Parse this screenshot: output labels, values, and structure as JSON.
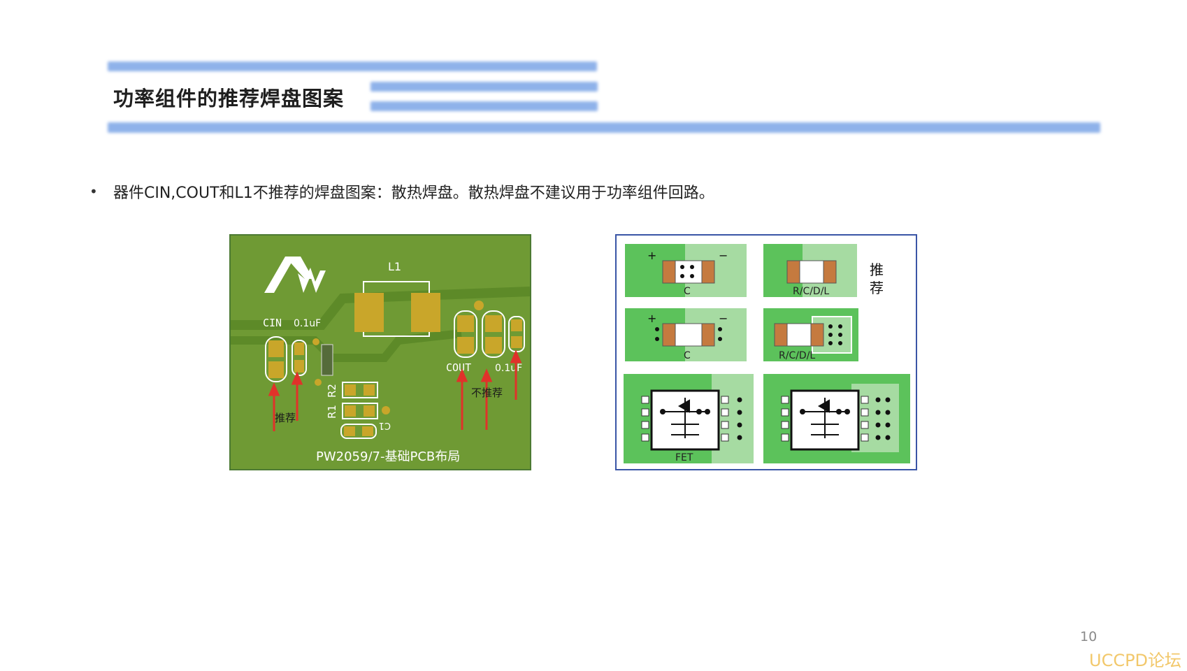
{
  "slide": {
    "title": "功率组件的推荐焊盘图案",
    "bullet": "器件CIN,COUT和L1不推荐的焊盘图案：散热焊盘。散热焊盘不建议用于功率组件回路。",
    "page_number": "10",
    "watermark": "UCCPD论坛"
  },
  "pcb_figure": {
    "l1": "L1",
    "cin": "CIN",
    "cin_cap": "0.1uF",
    "cout": "COUT",
    "cout_cap": "0.1uF",
    "r1": "R1",
    "r2": "R2",
    "c1": "C1",
    "recommended": "推荐",
    "not_recommended": "不推荐",
    "caption": "PW2059/7-基础PCB布局"
  },
  "pad_figure": {
    "plus": "+",
    "minus": "−",
    "c": "C",
    "rcdl": "R/C/D/L",
    "fet": "FET",
    "recommended": "推荐"
  },
  "colors": {
    "accent_bar": "#8fb2ea",
    "pcb_green": "#6f9a34",
    "copper": "#c9a62a",
    "arrow_red": "#e0322a",
    "pad_green": "#5cc25b",
    "pad_light": "#a6dba2"
  }
}
